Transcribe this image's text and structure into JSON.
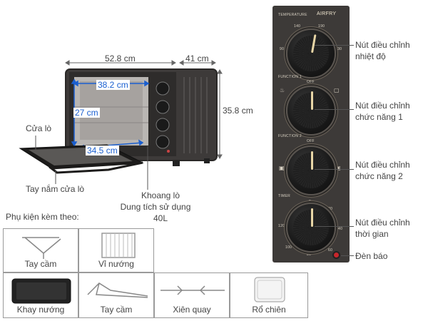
{
  "dimensions": {
    "width": "52.8 cm",
    "depth": "41 cm",
    "height": "35.8 cm",
    "inner_width": "38.2 cm",
    "inner_height": "27 cm",
    "inner_depth": "34.5 cm"
  },
  "labels": {
    "door": "Cửa lò",
    "handle": "Tay nắm cửa lò",
    "cavity_1": "Khoang lò",
    "cavity_2": "Dung tích sử dụng",
    "cavity_3": "40L"
  },
  "panel": {
    "brand": "AIRFRY",
    "temperature": "TEMPERATURE",
    "function1": "FUNCTION 1",
    "function2": "FUNCTION 2",
    "timer": "TIMER",
    "off": "OFF",
    "temp_ticks": [
      "90",
      "140",
      "190",
      "230"
    ],
    "timer_ticks": [
      "0",
      "20",
      "40",
      "60",
      "80",
      "100",
      "120"
    ]
  },
  "callouts": {
    "temp_1": "Nút điều chỉnh",
    "temp_2": "nhiệt độ",
    "func1_1": "Nút điều chỉnh",
    "func1_2": "chức năng 1",
    "func2_1": "Nút điều chỉnh",
    "func2_2": "chức năng 2",
    "timer_1": "Nút điều chỉnh",
    "timer_2": "thời gian",
    "light": "Đèn báo"
  },
  "accessories": {
    "title": "Phụ kiện kèm theo:",
    "items": [
      "Tay cầm",
      "Vỉ nướng",
      "Khay nướng",
      "Tay cầm",
      "Xiên quay",
      "Rổ chiên"
    ]
  }
}
